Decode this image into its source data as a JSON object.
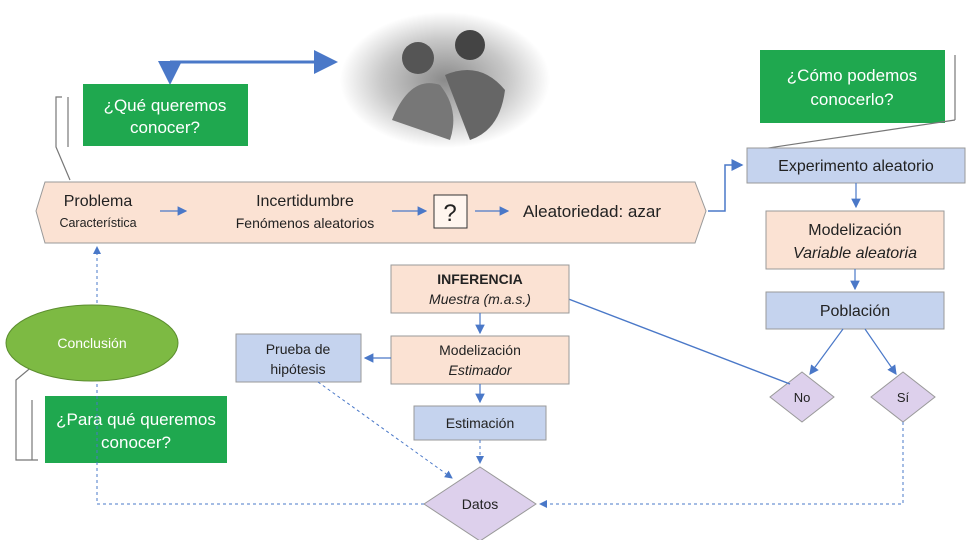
{
  "questions": {
    "what": [
      "¿Qué queremos",
      "conocer?"
    ],
    "how": [
      "¿Cómo podemos",
      "conocerlo?"
    ],
    "why": [
      "¿Para qué queremos",
      "conocer?"
    ]
  },
  "banner": {
    "problema": "Problema",
    "caracteristica": "Característica",
    "incertidumbre": "Incertidumbre",
    "fenomenos": "Fenómenos aleatorios",
    "question_mark": "?",
    "aleatoriedad": "Aleatoriedad: azar"
  },
  "right_column": {
    "experimento": "Experimento aleatorio",
    "modelizacion": "Modelización",
    "variable": "Variable aleatoria",
    "poblacion": "Población",
    "no": "No",
    "si": "Sí"
  },
  "center": {
    "inferencia": "INFERENCIA",
    "muestra": "Muestra (m.a.s.)",
    "modelizacion": "Modelización",
    "estimador": "Estimador",
    "estimacion": "Estimación",
    "prueba": [
      "Prueba de",
      "hipótesis"
    ],
    "datos": "Datos"
  },
  "conclusion": "Conclusión",
  "colors": {
    "green": "#1fa84f",
    "oval_green": "#7dba43",
    "peach": "#fbe2d3",
    "blue_box": "#c5d3ee",
    "diamond": "#ddd0ec",
    "arrow": "#4a78c8"
  }
}
